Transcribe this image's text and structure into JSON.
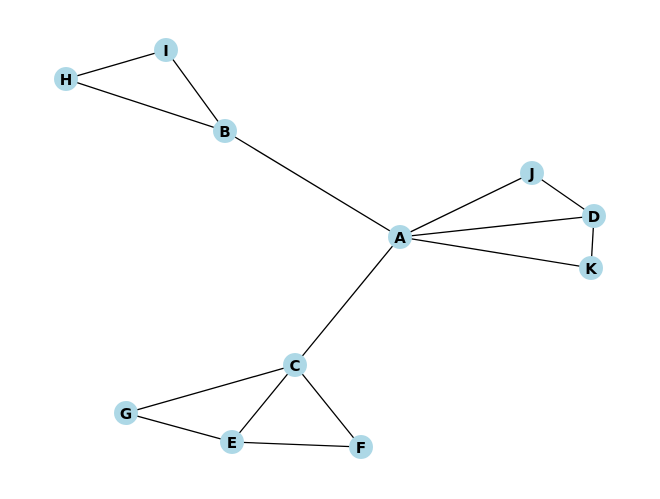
{
  "graph": {
    "node_color": "#add8e6",
    "edge_color": "#000000",
    "label_color": "#000000",
    "nodes": [
      {
        "id": "A",
        "label": "A"
      },
      {
        "id": "B",
        "label": "B"
      },
      {
        "id": "C",
        "label": "C"
      },
      {
        "id": "D",
        "label": "D"
      },
      {
        "id": "E",
        "label": "E"
      },
      {
        "id": "F",
        "label": "F"
      },
      {
        "id": "G",
        "label": "G"
      },
      {
        "id": "H",
        "label": "H"
      },
      {
        "id": "I",
        "label": "I"
      },
      {
        "id": "J",
        "label": "J"
      },
      {
        "id": "K",
        "label": "K"
      }
    ],
    "edges": [
      {
        "source": "H",
        "target": "I"
      },
      {
        "source": "H",
        "target": "B"
      },
      {
        "source": "I",
        "target": "B"
      },
      {
        "source": "B",
        "target": "A"
      },
      {
        "source": "A",
        "target": "J"
      },
      {
        "source": "A",
        "target": "D"
      },
      {
        "source": "A",
        "target": "K"
      },
      {
        "source": "J",
        "target": "D"
      },
      {
        "source": "D",
        "target": "K"
      },
      {
        "source": "A",
        "target": "C"
      },
      {
        "source": "C",
        "target": "G"
      },
      {
        "source": "C",
        "target": "E"
      },
      {
        "source": "C",
        "target": "F"
      },
      {
        "source": "G",
        "target": "E"
      },
      {
        "source": "E",
        "target": "F"
      }
    ]
  }
}
